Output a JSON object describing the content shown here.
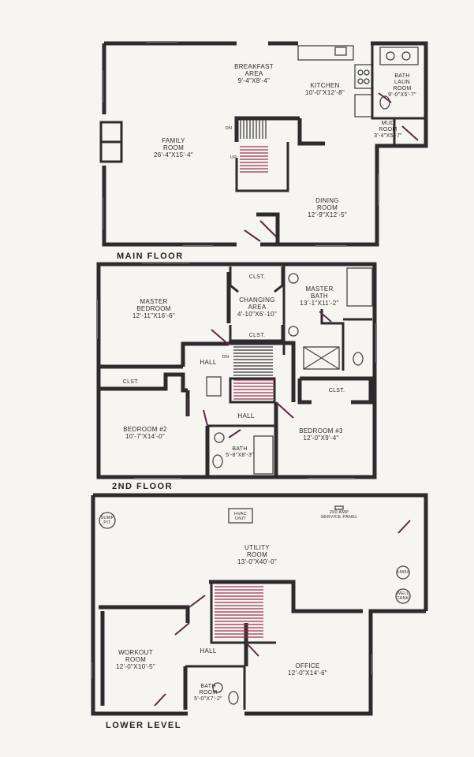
{
  "floors": {
    "main": {
      "title": "MAIN FLOOR",
      "rooms": {
        "breakfast": {
          "name": "BREAKFAST AREA",
          "line1": "BREAKFAST",
          "line2": "AREA",
          "dims": "9'-4\"X8'-4\""
        },
        "kitchen": {
          "name": "KITCHEN",
          "dims": "10'-0\"X12'-8\""
        },
        "bath_laun": {
          "line1": "BATH",
          "line2": "LAUN",
          "line3": "ROOM",
          "dims": "9'-0\"X5'-7\""
        },
        "family": {
          "line1": "FAMILY",
          "line2": "ROOM",
          "dims": "26'-4\"X15'-4\""
        },
        "mud": {
          "line1": "MUD",
          "line2": "ROOM",
          "dims": "3'-4\"X5'-7\""
        },
        "dining": {
          "line1": "DINING",
          "line2": "ROOM",
          "dims": "12'-9\"X12'-5\""
        }
      },
      "stair_dn": "DN",
      "stair_up": "UP"
    },
    "second": {
      "title": "2ND FLOOR",
      "rooms": {
        "master_bed": {
          "line1": "MASTER",
          "line2": "BEDROOM",
          "dims": "12'-11\"X16'-6\""
        },
        "closet1": "CLST.",
        "changing": {
          "line1": "CHANGING",
          "line2": "AREA",
          "dims": "4'-10\"X6'-10\""
        },
        "master_bath": {
          "line1": "MASTER",
          "line2": "BATH",
          "dims": "13'-1\"X11'-2\""
        },
        "closet2": "CLST.",
        "hall1": "HALL",
        "closet3": "CLST.",
        "closet4": "CLST.",
        "hall2": "HALL",
        "bed2": {
          "name": "BEDROOM #2",
          "dims": "10'-7\"X14'-0\""
        },
        "bed3": {
          "name": "BEDROOM #3",
          "dims": "12'-0\"X9'-4\""
        },
        "bath": {
          "name": "BATH",
          "dims": "5'-8\"X8'-3\""
        }
      },
      "stair_dn": "DN"
    },
    "lower": {
      "title": "LOWER LEVEL",
      "rooms": {
        "sump": {
          "line1": "SUMP",
          "line2": "PIT"
        },
        "hvac": {
          "line1": "HVAC",
          "line2": "UNIT"
        },
        "panel": {
          "line1": "200 AMP",
          "line2": "SERVICE PANEL"
        },
        "utility": {
          "line1": "UTILITY",
          "line2": "ROOM",
          "dims": "13'-0\"X40'-0\""
        },
        "hwh": "HWH",
        "well": {
          "line1": "WELL",
          "line2": "TANK"
        },
        "workout": {
          "line1": "WORKOUT",
          "line2": "ROOM",
          "dims": "12'-0\"X10'-5\""
        },
        "hall": "HALL",
        "office": {
          "name": "OFFICE",
          "dims": "12'-0\"X14'-6\""
        },
        "bath": {
          "line1": "BATH",
          "line2": "ROOM",
          "dims": "5'-0\"X7'-2\""
        }
      }
    }
  },
  "colors": {
    "wall": "#2e2a2e",
    "paper": "#f6f5f1",
    "accent": "#a03050"
  }
}
